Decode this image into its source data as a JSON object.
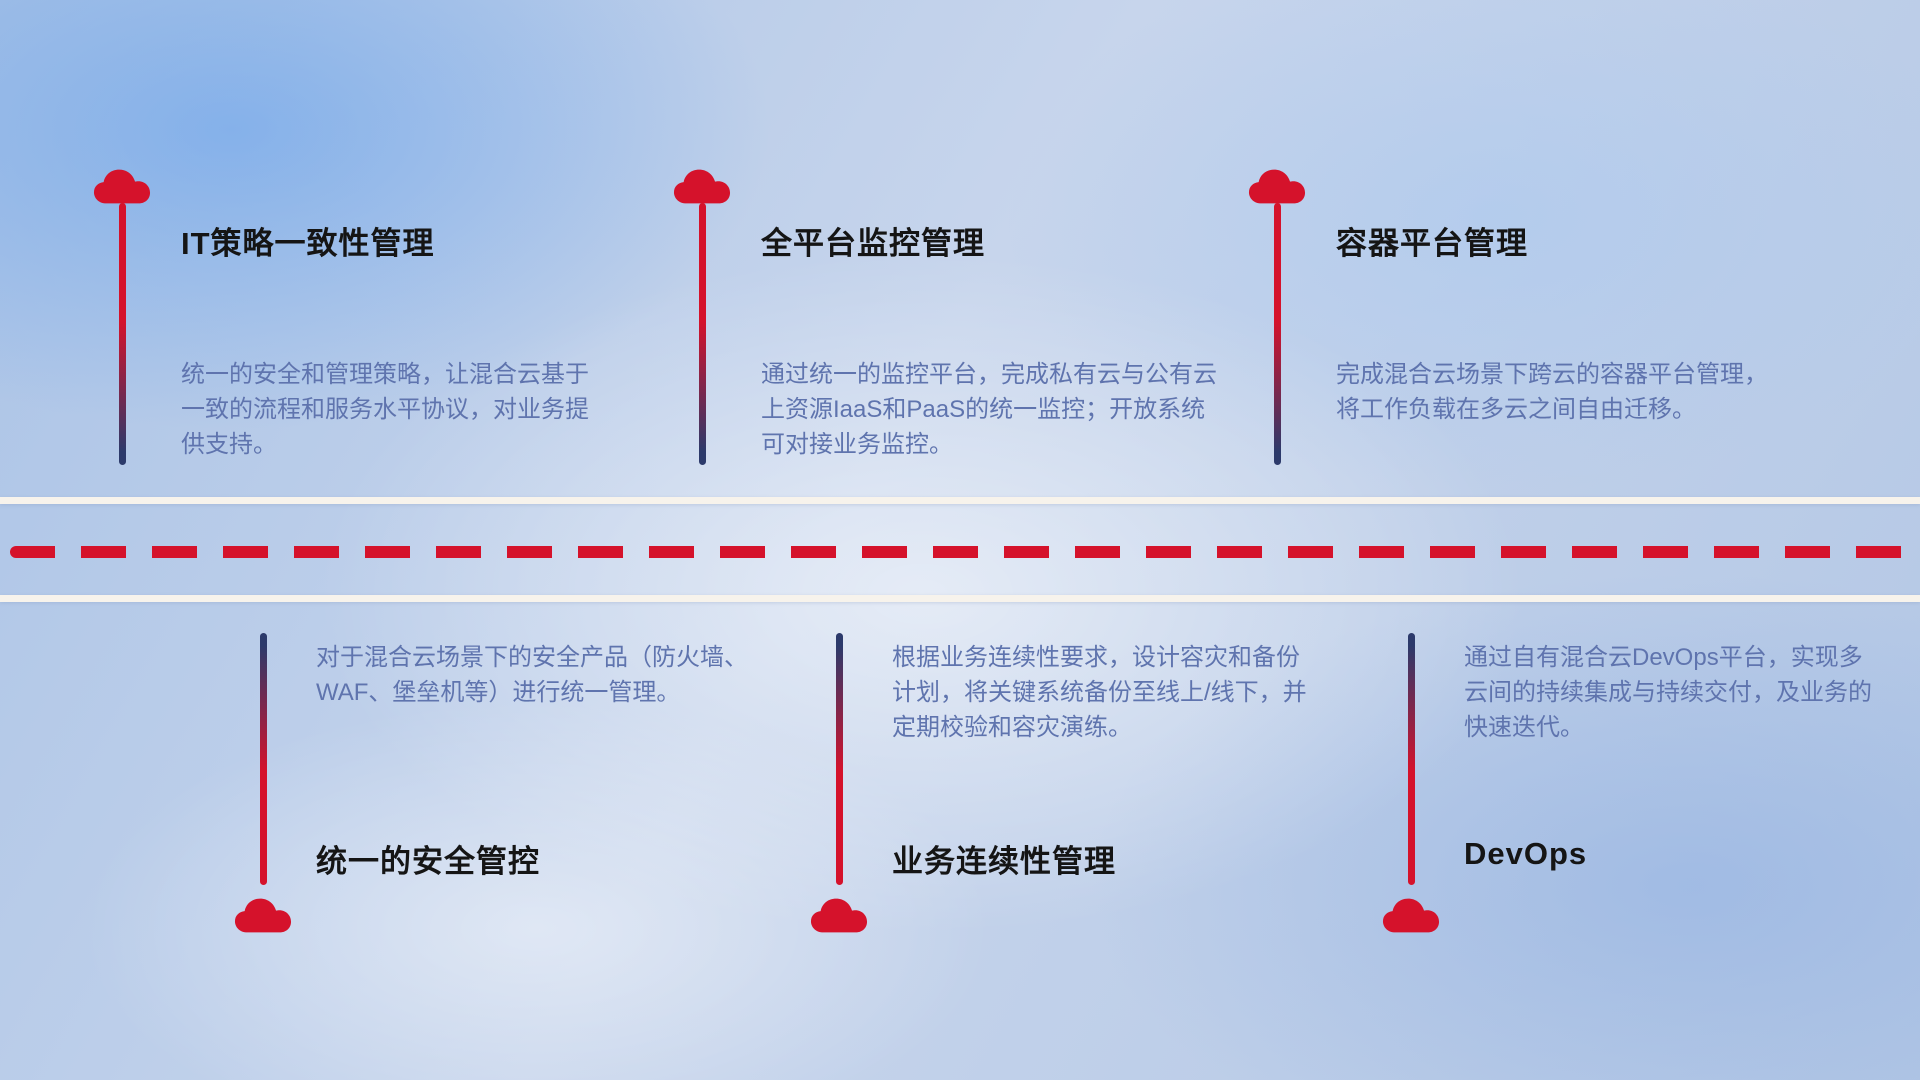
{
  "diagram": {
    "top": [
      {
        "title": "IT策略一致性管理",
        "desc": "统一的安全和管理策略，让混合云基于一致的流程和服务水平协议，对业务提供支持。"
      },
      {
        "title": "全平台监控管理",
        "desc": "通过统一的监控平台，完成私有云与公有云上资源IaaS和PaaS的统一监控；开放系统可对接业务监控。"
      },
      {
        "title": "容器平台管理",
        "desc": "完成混合云场景下跨云的容器平台管理，将工作负载在多云之间自由迁移。"
      }
    ],
    "bottom": [
      {
        "title": "统一的安全管控",
        "desc": "对于混合云场景下的安全产品（防火墙、WAF、堡垒机等）进行统一管理。"
      },
      {
        "title": "业务连续性管理",
        "desc": "根据业务连续性要求，设计容灾和备份计划，将关键系统备份至线上/线下，并定期校验和容灾演练。"
      },
      {
        "title": "DevOps",
        "desc": "通过自有混合云DevOps平台，实现多云间的持续集成与持续交付，及业务的快速迭代。"
      }
    ],
    "colors": {
      "red": "#d5122b",
      "navy": "#2c3a6b",
      "desc_text": "#5f74ae",
      "title_text": "#151515",
      "road_white": "#f7f3ec"
    }
  }
}
